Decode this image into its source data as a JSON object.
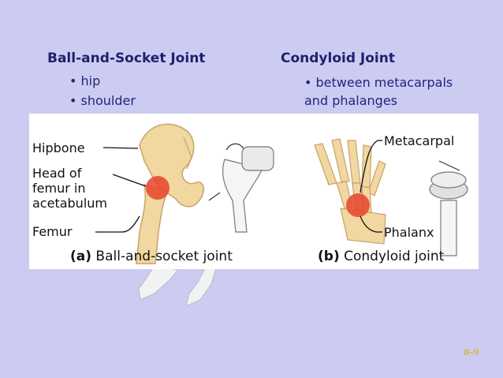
{
  "left_column": {
    "title": "Ball-and-Socket Joint",
    "bullets": [
      "• hip",
      "• shoulder"
    ]
  },
  "right_column": {
    "title": "Condyloid Joint",
    "bullets": [
      "• between metacarpals",
      "and phalanges"
    ]
  },
  "figure_a": {
    "labels": {
      "hipbone": "Hipbone",
      "head_line1": "Head of",
      "head_line2": "femur in",
      "head_line3": "acetabulum",
      "femur": "Femur"
    },
    "caption_letter": "(a)",
    "caption_text": " Ball-and-socket joint"
  },
  "figure_b": {
    "labels": {
      "metacarpal": "Metacarpal",
      "phalanx": "Phalanx"
    },
    "caption_letter": "(b)",
    "caption_text": " Condyloid joint"
  },
  "slide_number": "8-9",
  "colors": {
    "background": "#ccccf2",
    "title": "#1f1f6e",
    "bone": "#f1d7a0",
    "joint_highlight": "#e8442b",
    "slide_number": "#d9b845"
  }
}
